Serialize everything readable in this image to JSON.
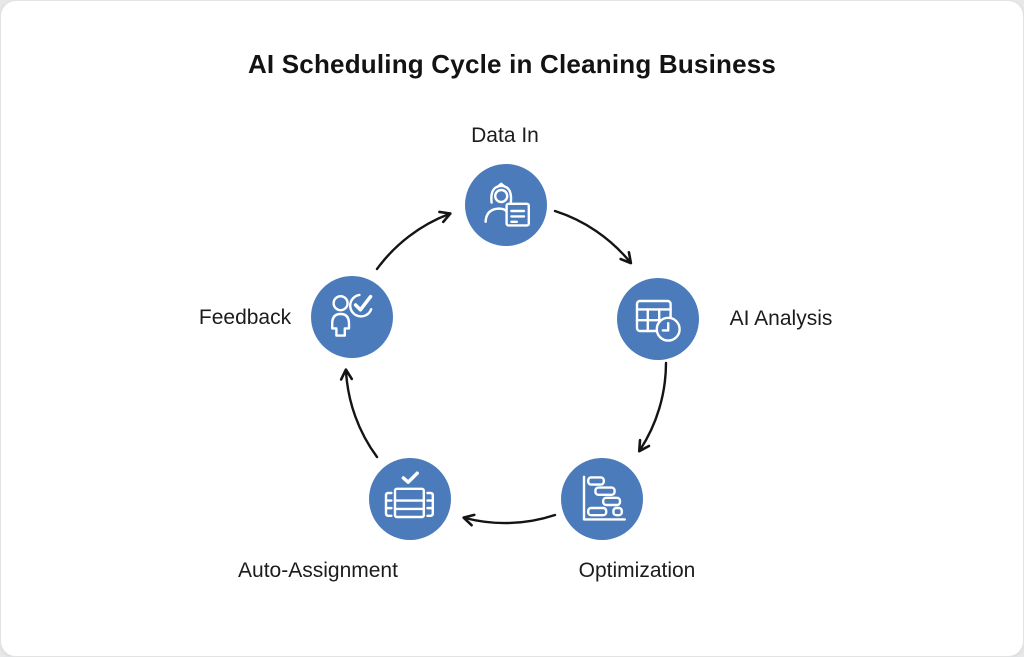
{
  "title": "AI Scheduling Cycle in Cleaning Business",
  "nodes": [
    {
      "id": "data-in",
      "label": "Data In",
      "icon": "person-document-icon"
    },
    {
      "id": "ai-analysis",
      "label": "AI Analysis",
      "icon": "table-clock-icon"
    },
    {
      "id": "optimization",
      "label": "Optimization",
      "icon": "gantt-chart-icon"
    },
    {
      "id": "auto-assignment",
      "label": "Auto-Assignment",
      "icon": "board-check-icon"
    },
    {
      "id": "feedback",
      "label": "Feedback",
      "icon": "person-check-icon"
    }
  ],
  "flow_order": [
    "Data In",
    "AI Analysis",
    "Optimization",
    "Auto-Assignment",
    "Feedback"
  ],
  "colors": {
    "node_fill": "#4b7bba",
    "icon_stroke": "#ffffff",
    "arrow": "#141414",
    "card_bg": "#ffffff",
    "page_bg": "#e7e8e9",
    "title_color": "#131313",
    "label_color": "#1c1c1c"
  }
}
